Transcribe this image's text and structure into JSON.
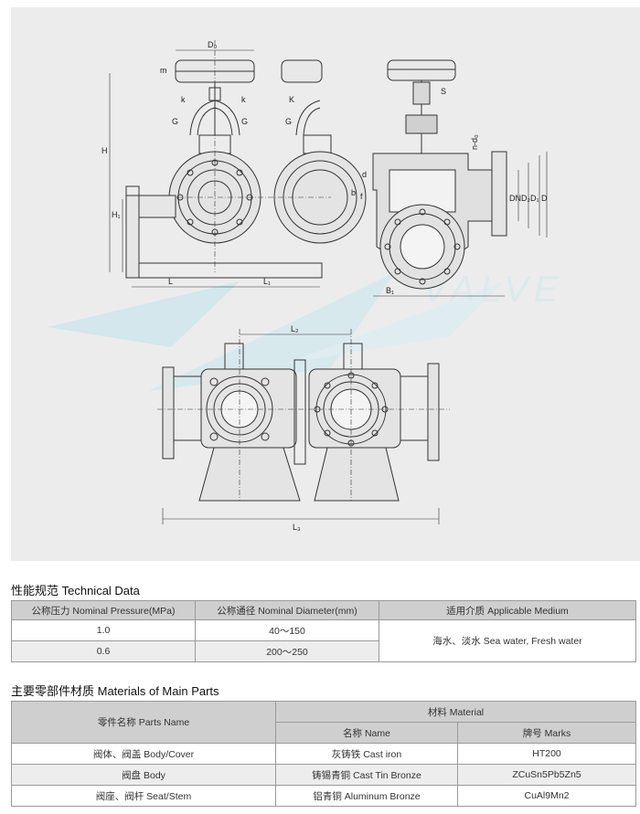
{
  "drawing": {
    "labels": {
      "d0": "D₀",
      "m": "m",
      "k_left": "k",
      "k_right": "k",
      "K": "K",
      "G_left": "G",
      "G_right": "G",
      "G2": "G",
      "H": "H",
      "H1": "H₁",
      "L_left": "L",
      "L1": "L₁",
      "L2": "L₂",
      "L3": "L₃",
      "S": "S",
      "n_d0": "n-d₀",
      "d": "d",
      "b": "b",
      "f": "f",
      "DN": "DN",
      "D2": "D₂",
      "D1": "D₁",
      "D": "D",
      "B1": "B₁"
    },
    "watermark": "VALVE"
  },
  "technical": {
    "title": "性能规范 Technical Data",
    "headers": [
      "公称压力 Nominal Pressure(MPa)",
      "公称通径 Nominal Diameter(mm)",
      "适用介质 Applicable Medium"
    ],
    "rows": [
      {
        "pressure": "1.0",
        "diameter": "40～150"
      },
      {
        "pressure": "0.6",
        "diameter": "200～250"
      }
    ],
    "medium": "海水、淡水 Sea water, Fresh water"
  },
  "materials": {
    "title": "主要零部件材质 Materials of Main Parts",
    "part_header": "零件名称 Parts Name",
    "material_header": "材料 Material",
    "name_header": "名称 Name",
    "mark_header": "牌号 Marks",
    "rows": [
      {
        "part": "阀体、阀盖 Body/Cover",
        "name": "灰铸铁 Cast iron",
        "mark": "HT200"
      },
      {
        "part": "阀盘 Body",
        "name": "铸锡青铜 Cast Tin Bronze",
        "mark": "ZCuSn5Pb5Zn5"
      },
      {
        "part": "阀座、阀杆 Seat/Stem",
        "name": "铝青铜 Aluminum Bronze",
        "mark": "CuAl9Mn2"
      }
    ]
  }
}
